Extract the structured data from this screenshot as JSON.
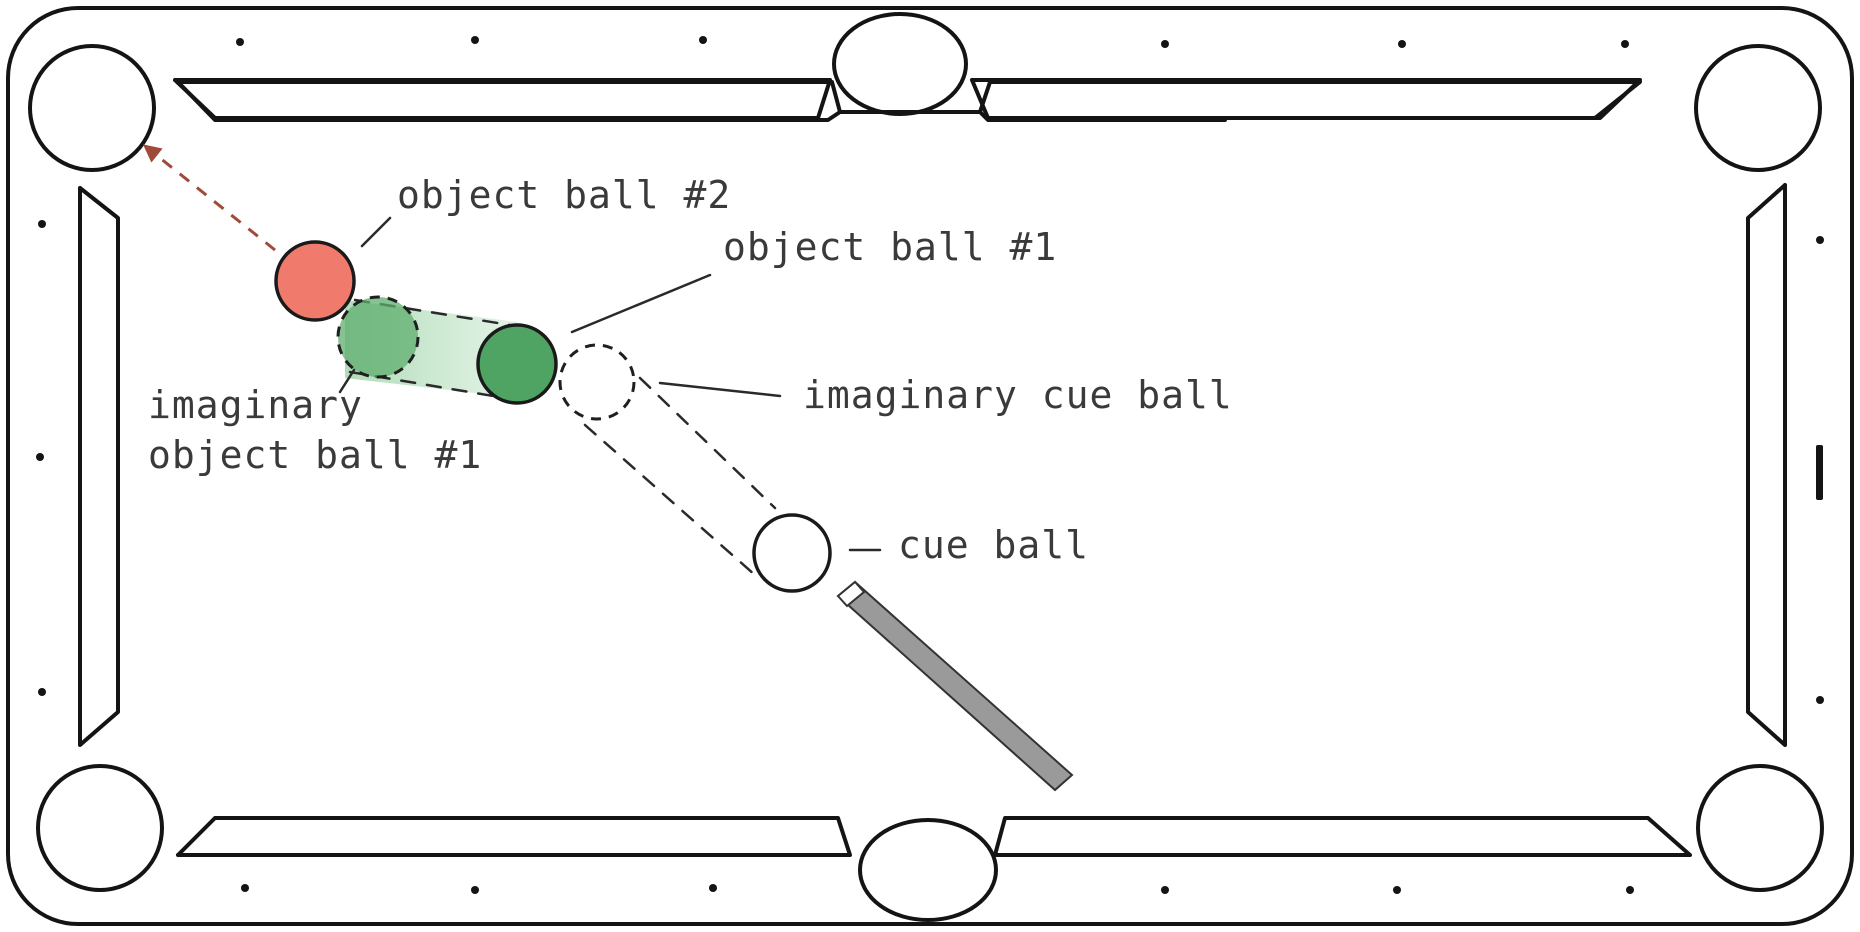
{
  "diagram": {
    "labels": {
      "object_ball_2": "object ball #2",
      "object_ball_1": "object ball #1",
      "imaginary_object_ball_line1": "imaginary",
      "imaginary_object_ball_line2": "object ball #1",
      "imaginary_cue_ball": "imaginary cue ball",
      "cue_ball": "cue ball"
    },
    "colors": {
      "object_ball_2": "#f07a6c",
      "object_ball_1": "#4fa463",
      "imaginary_object_ball": "#5fae6f",
      "aim_arrow": "#a04a3a",
      "cue_stick": "#8a8a8a",
      "outline": "#141414"
    }
  }
}
